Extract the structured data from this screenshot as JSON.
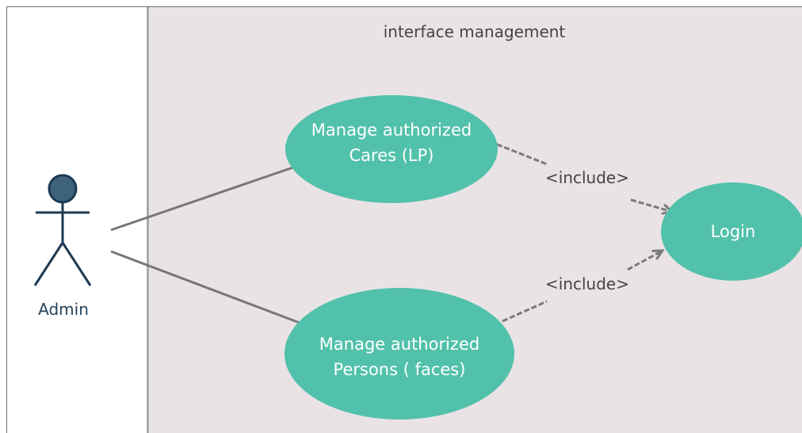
{
  "diagram": {
    "system_title": "interface management",
    "actor": {
      "name": "Admin"
    },
    "use_cases": {
      "manage_cars": "Manage authorized\nCares (LP)",
      "manage_persons": "Manage authorized\nPersons ( faces)",
      "login": "Login"
    },
    "relations": {
      "include_top": "<include>",
      "include_bottom": "<include>"
    },
    "colors": {
      "use_case_fill": "#52c1ab",
      "boundary_fill": "#e9e3e6",
      "actor_stroke": "#1d3a52",
      "actor_head": "#3d6279",
      "association_line": "#777777"
    }
  }
}
